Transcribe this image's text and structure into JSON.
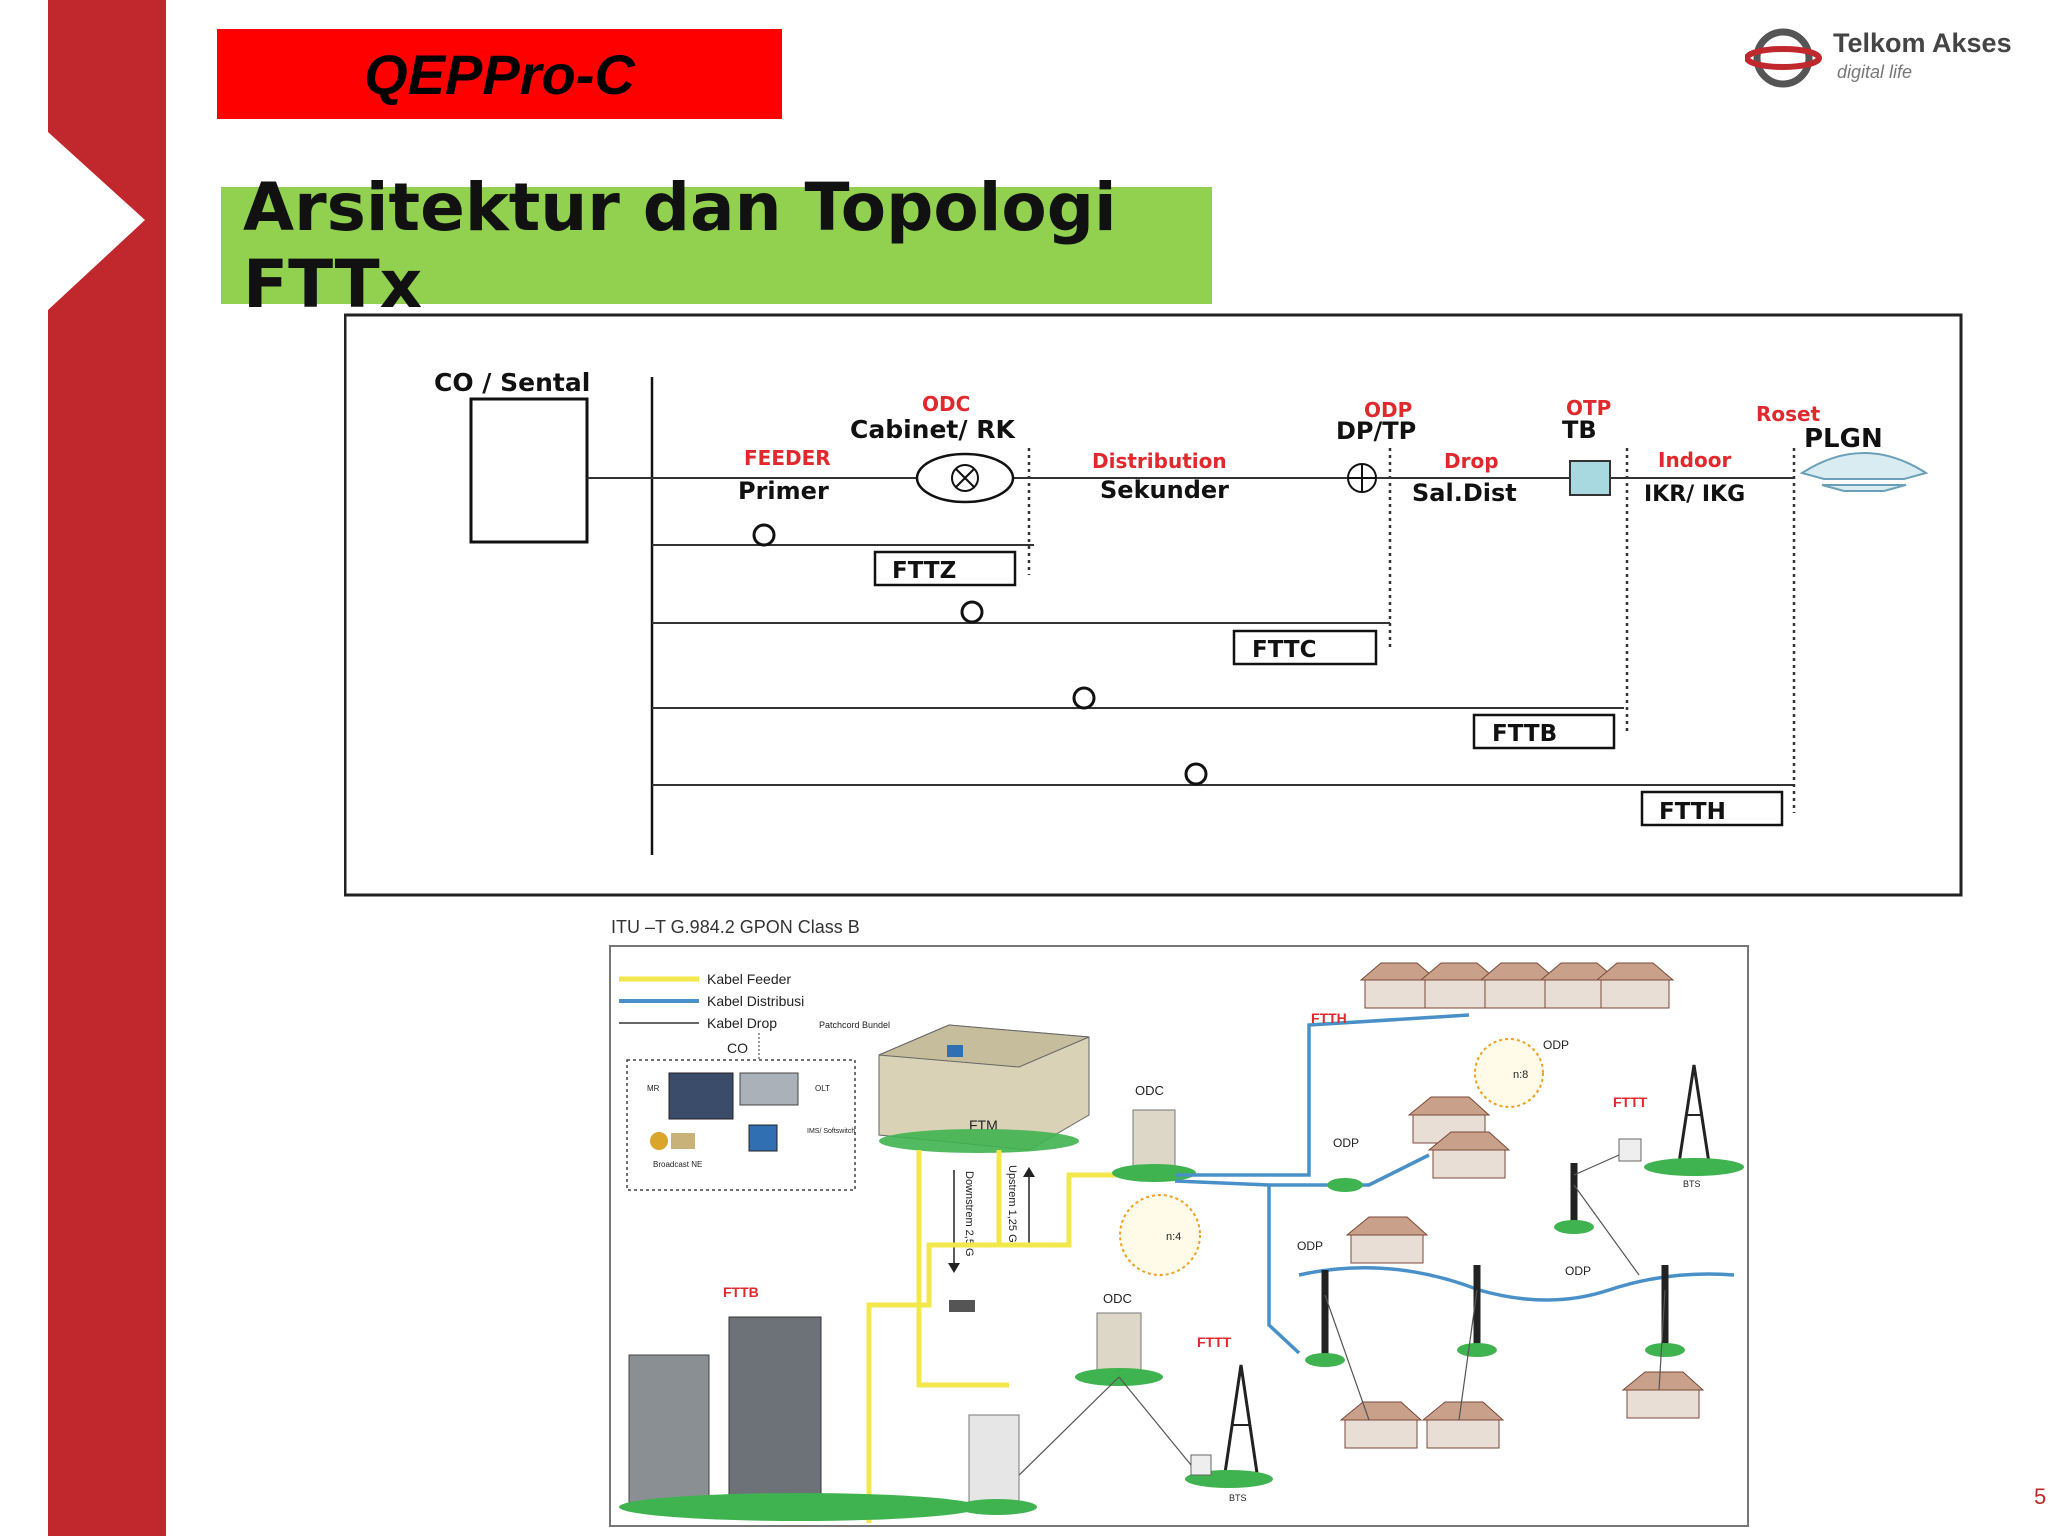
{
  "header": {
    "program_label": "QEPPro-C",
    "title": "Arsitektur dan Topologi FTTx",
    "logo": {
      "name": "Telkom Akses",
      "tagline": "digital life"
    }
  },
  "topology": {
    "co_label": "CO / Sental",
    "odc_tag": "ODC",
    "odc_label": "Cabinet/ RK",
    "feeder_tag": "FEEDER",
    "feeder_label": "Primer",
    "distribution_tag": "Distribution",
    "distribution_label": "Sekunder",
    "odp_tag": "ODP",
    "odp_label": "DP/TP",
    "drop_tag": "Drop",
    "drop_label": "Sal.Dist",
    "otp_tag": "OTP",
    "otp_label": "TB",
    "indoor_tag": "Indoor",
    "indoor_label": "IKR/ IKG",
    "roset_tag": "Roset",
    "roset_label": "PLGN",
    "fttz": "FTTZ",
    "fttc": "FTTC",
    "fttb": "FTTB",
    "ftth": "FTTH"
  },
  "gpon": {
    "caption": "ITU –T G.984.2  GPON Class B",
    "legend": {
      "feeder": "Kabel Feeder",
      "distribusi": "Kabel Distribusi",
      "drop": "Kabel Drop",
      "patchcord": "Patchcord  Bundel"
    },
    "co": "CO",
    "ftm": "FTM",
    "odc": "ODC",
    "odp": "ODP",
    "ftth": "FTTH",
    "fttt": "FTTT",
    "fttb": "FTTB",
    "bts": "BTS",
    "downstream": "Downstrem 2,5 G",
    "upstream": "Upstrem 1,25 G",
    "ratio_8": "n:8",
    "ratio_4": "n:4",
    "mr": "MR",
    "olt": "OLT",
    "ims": "IMS/ Softswitch",
    "broadcast": "Broadcast NE"
  },
  "footer": {
    "page_number": "5"
  },
  "colors": {
    "brand_red": "#c0282d",
    "badge_red": "#ff0000",
    "title_green": "#92d050",
    "feeder_yellow": "#f2e84b",
    "distribution_blue": "#4a90c8"
  }
}
